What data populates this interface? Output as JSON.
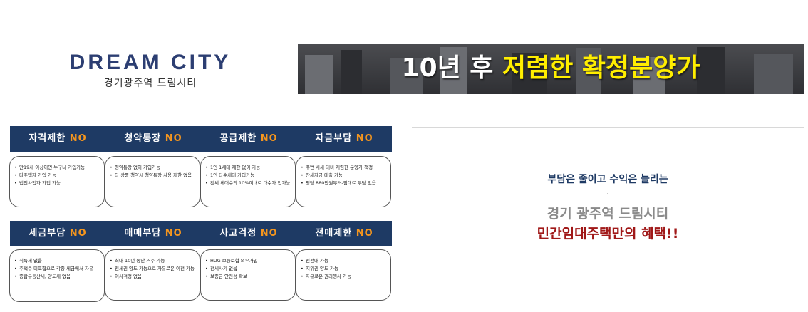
{
  "logo": {
    "title": "DREAM CITY",
    "subtitle": "경기광주역 드림시티"
  },
  "banner": {
    "white_text": "10년 후 ",
    "yellow_text": "저렴한 확정분양가"
  },
  "cards": [
    {
      "title": "자격제한",
      "no": "NO",
      "items": [
        "만19세 이상이면 누구나 가입가능",
        "다주택자 가입 가능",
        "법인사업자 가입 가능"
      ]
    },
    {
      "title": "청약통장",
      "no": "NO",
      "items": [
        "청약통장 없이 가입가능",
        "타 상품 청약시 청약통장 사용 제한 없음"
      ]
    },
    {
      "title": "공급제한",
      "no": "NO",
      "items": [
        "1인 1세대 제한 없이 가능",
        "1인 다수세대 가입가능",
        "전체 세대수의 10%이내로 다수가 입가능"
      ]
    },
    {
      "title": "자금부담",
      "no": "NO",
      "items": [
        "주변 시세 대비 저렴한 분양가 책정",
        "잔세자금 대출 가능",
        "평당 880만원부터-임대료 부담 없음"
      ]
    },
    {
      "title": "세금부담",
      "no": "NO",
      "items": [
        "취득세 없음",
        "주택수 미포함으로 각종 세금에서 자유",
        "종합부동산세, 양도세 없음"
      ]
    },
    {
      "title": "매매부담",
      "no": "NO",
      "items": [
        "최대 10년 동안 거주 가능",
        "전세권 양도 가능으로 자유로운 이전 가능",
        "이사걱정 없음"
      ]
    },
    {
      "title": "사고걱정",
      "no": "NO",
      "items": [
        "HUG 보증보험 의무가입",
        "전세사기 없음",
        "보증금 안전성 확보"
      ]
    },
    {
      "title": "전매제한",
      "no": "NO",
      "items": [
        "전전대 가능",
        "지위권 양도 가능",
        "자유로운 권리행사 가능"
      ]
    }
  ],
  "right_panel": {
    "line1": "부담은 줄이고 수익은 늘리는",
    "dot": ".",
    "line2": "경기 광주역 드림시티",
    "line3": "민간임대주택만의 혜택!!"
  }
}
